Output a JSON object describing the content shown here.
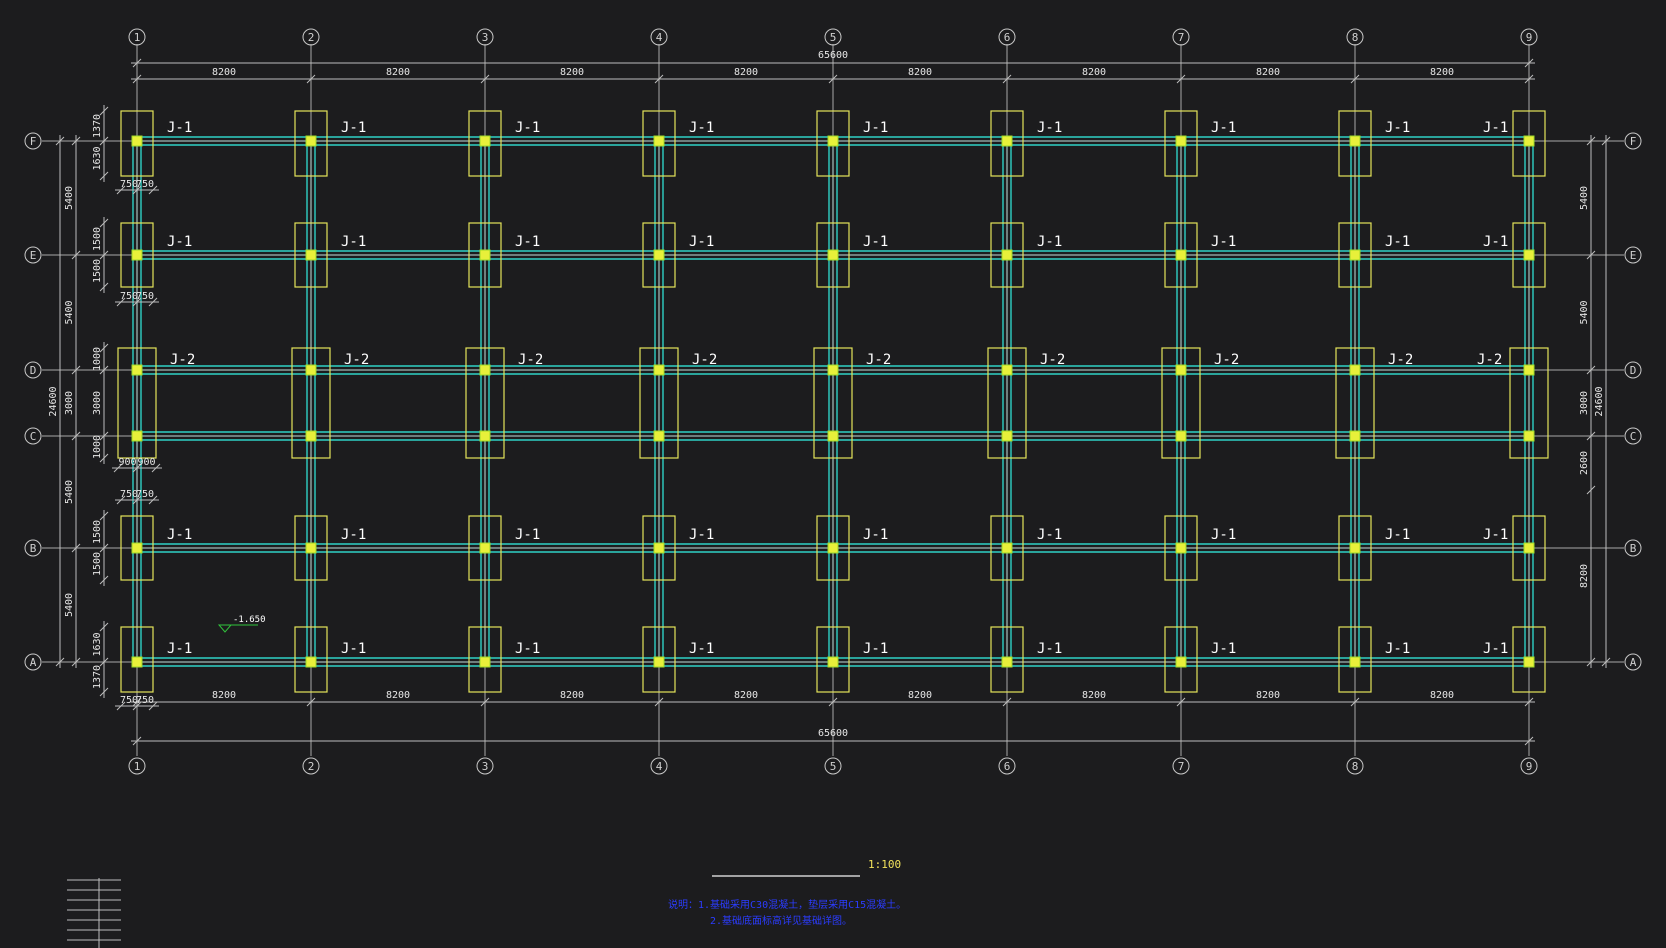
{
  "axes_x": [
    "1",
    "2",
    "3",
    "4",
    "5",
    "6",
    "7",
    "8",
    "9"
  ],
  "axes_y": [
    "F",
    "E",
    "D",
    "C",
    "B",
    "A"
  ],
  "dims": {
    "bay_x": "8200",
    "total_x": "65600",
    "left_spans": [
      "5400",
      "5400",
      "3000",
      "5400",
      "5400"
    ],
    "left_total": "24600",
    "right_spans": [
      "5400",
      "5400",
      "3000",
      "2600",
      "8200"
    ],
    "right_total": "24600",
    "footing_F": [
      "1370",
      "1630"
    ],
    "footing_E": [
      "1500",
      "1500"
    ],
    "footing_DC": [
      "1000",
      "3000",
      "1000"
    ],
    "footing_B": [
      "1500",
      "1500"
    ],
    "footing_A": [
      "1630",
      "1370"
    ],
    "half_width_j1": "750",
    "half_width_j2": "900"
  },
  "labels": {
    "j1": "J-1",
    "j2": "J-2"
  },
  "elevation": "-1.650",
  "scale": "1:100",
  "notes": [
    "说明：1.基础采用C30混凝土，垫层采用C15混凝土。",
    "2.基础底面标高详见基础详图。"
  ],
  "colors": {
    "background": "#1c1c1e",
    "beam": "#2fd1c5",
    "footing": "#e4e45a",
    "column": "#e8f03a",
    "text": "#ffffff",
    "note": "#2b3cff",
    "scale": "#f3e35c"
  }
}
